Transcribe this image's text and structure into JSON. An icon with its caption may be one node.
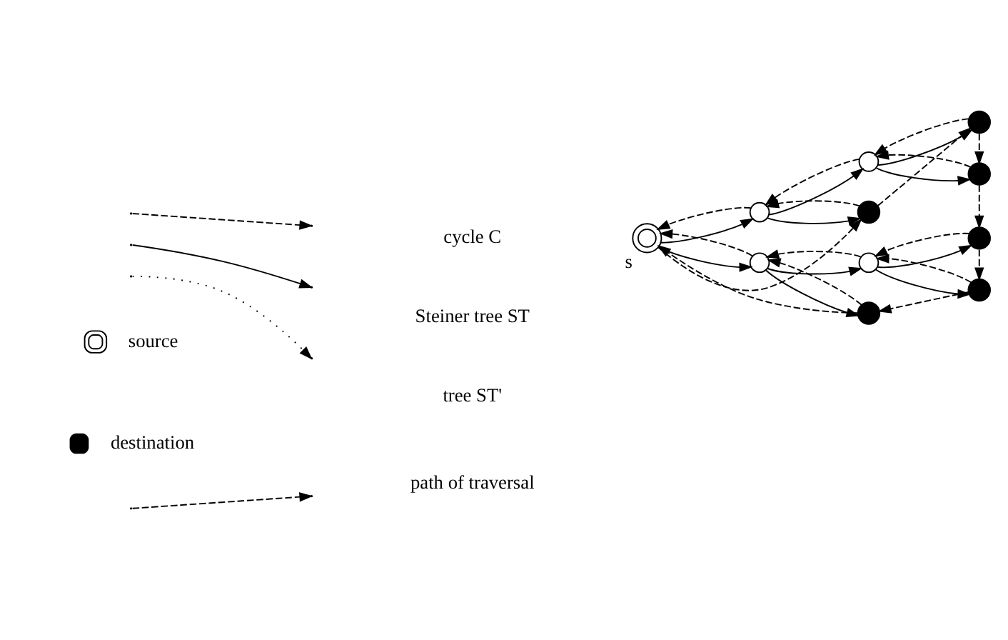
{
  "diagram": {
    "nodes": [
      {
        "text": [],
        "shape": "circle",
        "beside": [
          "s"
        ]
      },
      {
        "text": [],
        "shape": "circle"
      },
      {
        "text": [],
        "shape": "circle"
      },
      {
        "text": [],
        "shape": "circle"
      },
      {
        "text": [],
        "shape": "circle"
      },
      {
        "text": [],
        "shape": "circle"
      },
      {
        "text": [],
        "shape": "circle"
      },
      {
        "text": [],
        "shape": "circle"
      },
      {
        "text": [],
        "shape": "circle"
      },
      {
        "text": [],
        "shape": "circle"
      },
      {
        "text": [],
        "shape": "circle"
      }
    ],
    "edges": [
      {
        "from": 0,
        "to": 1,
        "arrow": "to"
      },
      {
        "from": 1,
        "to": 2,
        "arrow": "to"
      },
      {
        "from": 1,
        "to": 5,
        "arrow": "to"
      },
      {
        "from": 2,
        "to": 6,
        "arrow": "to"
      },
      {
        "from": 2,
        "to": 7,
        "arrow": "to"
      },
      {
        "from": 0,
        "to": 3,
        "arrow": "to"
      },
      {
        "from": 3,
        "to": 4,
        "arrow": "to"
      },
      {
        "from": 3,
        "to": 10,
        "arrow": "to"
      },
      {
        "from": 4,
        "to": 8,
        "arrow": "to"
      },
      {
        "from": 4,
        "to": 9,
        "arrow": "to"
      },
      {
        "from": 5,
        "to": 1,
        "arrow": "to",
        "style": "dashed"
      },
      {
        "from": 1,
        "to": 0,
        "arrow": "to",
        "style": "dashed"
      },
      {
        "from": 6,
        "to": 2,
        "arrow": "to",
        "style": "dashed"
      },
      {
        "from": 7,
        "to": 2,
        "arrow": "to",
        "style": "dashed"
      },
      {
        "from": 2,
        "to": 1,
        "arrow": "to",
        "style": "dashed"
      },
      {
        "from": 10,
        "to": 3,
        "arrow": "to",
        "style": "dashed"
      },
      {
        "from": 3,
        "to": 0,
        "arrow": "to",
        "style": "dashed"
      },
      {
        "from": 8,
        "to": 4,
        "arrow": "to",
        "style": "dashed"
      },
      {
        "from": 9,
        "to": 4,
        "arrow": "to",
        "style": "dashed"
      },
      {
        "from": 4,
        "to": 3,
        "arrow": "to",
        "style": "dashed"
      },
      {
        "from": 0,
        "to": 5,
        "arrow": "to",
        "style": "dashed"
      },
      {
        "from": 5,
        "to": 6,
        "arrow": "to",
        "style": "dashed"
      },
      {
        "from": 6,
        "to": 7,
        "arrow": "to",
        "style": "dashed"
      },
      {
        "from": 7,
        "to": 8,
        "arrow": "to",
        "style": "dashed"
      },
      {
        "from": 8,
        "to": 9,
        "arrow": "to",
        "style": "dashed"
      },
      {
        "from": 9,
        "to": 10,
        "arrow": "to",
        "style": "dashed"
      },
      {
        "from": 10,
        "to": 0,
        "arrow": "to",
        "style": "dashed"
      }
    ],
    "legend": [
      {
        "text": "cycle C"
      },
      {
        "text": "Steiner tree ST"
      },
      {
        "text": "tree ST'"
      },
      {
        "text": "source"
      },
      {
        "text": "destination"
      },
      {
        "text": "path of traversal"
      }
    ]
  }
}
